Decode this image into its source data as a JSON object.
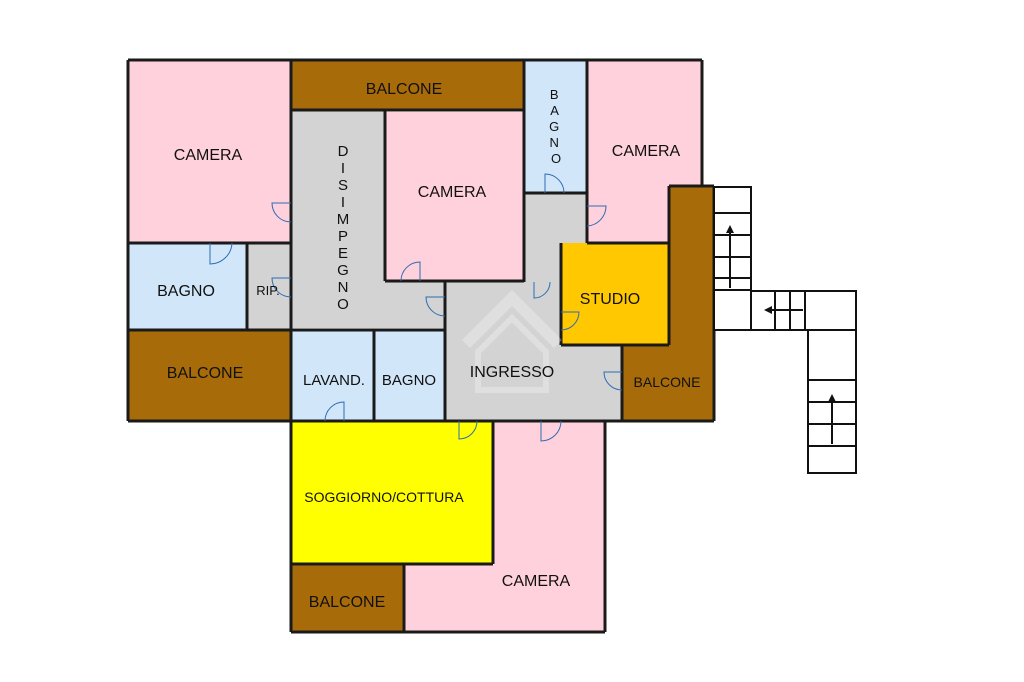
{
  "colors": {
    "camera": "#ffd1dc",
    "bagno": "#d2e6f9",
    "balcone": "#a86b09",
    "disimpegno": "#d3d3d3",
    "studio": "#ffc800",
    "soggiorno": "#ffff00",
    "wall": "#1a1a1a",
    "door": "#2d6db3"
  },
  "rooms": {
    "camera_nw": "CAMERA",
    "balcone_top": "BALCONE",
    "camera_center": "CAMERA",
    "bagno_top_letters": [
      "B",
      "A",
      "G",
      "N",
      "O"
    ],
    "camera_ne": "CAMERA",
    "disimpegno_letters": [
      "D",
      "I",
      "S",
      "I",
      "M",
      "P",
      "E",
      "G",
      "N",
      "O"
    ],
    "bagno_w": "BAGNO",
    "rip": "RIP.",
    "studio": "STUDIO",
    "balcone_w": "BALCONE",
    "lavand": "LAVAND.",
    "bagno_mid": "BAGNO",
    "ingresso": "INGRESSO",
    "balcone_e": "BALCONE",
    "soggiorno": "SOGGIORNO/COTTURA",
    "camera_s": "CAMERA",
    "balcone_s": "BALCONE"
  }
}
